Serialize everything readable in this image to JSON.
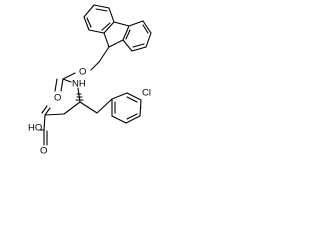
{
  "molecule": {
    "atoms": {
      "o_ether": "O",
      "o_carbonyl": "O",
      "nh": "NH",
      "cl": "Cl",
      "oh": "HO",
      "o_acid": "O"
    }
  }
}
